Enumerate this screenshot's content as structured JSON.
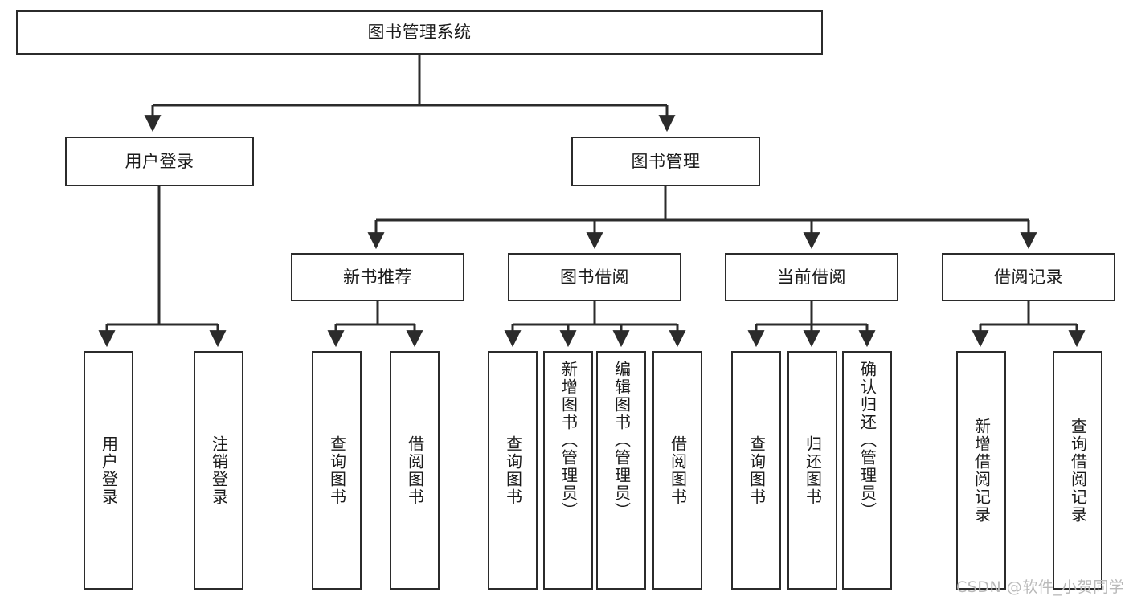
{
  "diagram": {
    "type": "tree-hierarchy",
    "title": "图书管理系统",
    "root": {
      "id": "root",
      "label": "图书管理系统"
    },
    "level2": [
      {
        "id": "user-login",
        "label": "用户登录"
      },
      {
        "id": "book-manage",
        "label": "图书管理"
      }
    ],
    "level3": [
      {
        "id": "new-book-rec",
        "label": "新书推荐",
        "parent": "book-manage"
      },
      {
        "id": "book-borrow",
        "label": "图书借阅",
        "parent": "book-manage"
      },
      {
        "id": "current-borrow",
        "label": "当前借阅",
        "parent": "book-manage"
      },
      {
        "id": "borrow-record",
        "label": "借阅记录",
        "parent": "book-manage"
      }
    ],
    "leaves": [
      {
        "id": "leaf-user-login",
        "label": "用户登录",
        "parent": "user-login"
      },
      {
        "id": "leaf-user-logout",
        "label": "注销登录",
        "parent": "user-login"
      },
      {
        "id": "leaf-query-book-1",
        "label": "查询图书",
        "parent": "new-book-rec"
      },
      {
        "id": "leaf-borrow-book-1",
        "label": "借阅图书",
        "parent": "new-book-rec"
      },
      {
        "id": "leaf-query-book-2",
        "label": "查询图书",
        "parent": "book-borrow"
      },
      {
        "id": "leaf-add-book",
        "label": "新增图书（管理员）",
        "parent": "book-borrow"
      },
      {
        "id": "leaf-edit-book",
        "label": "编辑图书（管理员）",
        "parent": "book-borrow"
      },
      {
        "id": "leaf-borrow-book-2",
        "label": "借阅图书",
        "parent": "book-borrow"
      },
      {
        "id": "leaf-query-book-3",
        "label": "查询图书",
        "parent": "current-borrow"
      },
      {
        "id": "leaf-return-book",
        "label": "归还图书",
        "parent": "current-borrow"
      },
      {
        "id": "leaf-confirm-return",
        "label": "确认归还（管理员）",
        "parent": "current-borrow"
      },
      {
        "id": "leaf-add-record",
        "label": "新增借阅记录",
        "parent": "borrow-record"
      },
      {
        "id": "leaf-query-record",
        "label": "查询借阅记录",
        "parent": "borrow-record"
      }
    ],
    "colors": {
      "stroke": "#2b2b2b",
      "fill": "#ffffff",
      "text": "#1a1a1a",
      "watermark": "#b9b9b9"
    }
  },
  "watermark": {
    "text": "CSDN @软件_小贺同学"
  }
}
